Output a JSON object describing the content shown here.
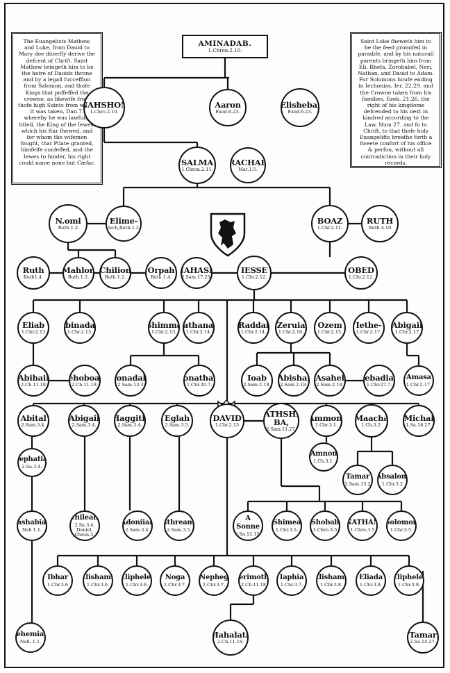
{
  "title": {
    "name": "AMINADAB.",
    "ref": "1.Chron.2.10."
  },
  "left_tablet": {
    "text": "The Euangelists Mathew, and Luke, from Dauid to Mary doe diuerfly derive the defcent of Chrift. Saint Mathew bringeth him to be the heire of Dauids throne and by a legall fucceffion from Salomon, and thofe Kings that poffeffed the crowne, as likewife from thofe high Saints from whom it was taken, Dan.7. whereby he was lawfully titled, the King of the Iewes, which his ftar fhewed, and for whom the wifemen fought, that Pilate granted, himfelfe confeffed, and the Iewes to hinder, his right could name none but Cæfar."
  },
  "right_tablet": {
    "text": "Saint Luke fheweth him to be the feed promifed in paradife, and by his naturall parents bringeth him from Eli, Rhefa, Zorobabel, Neri, Nathan, and Dauid to Adam. For Solomons houfe ending in Iechonias, Ier. 22.29. and the Crowne taken from his families, Ezek. 21.26. the right of his kingdome defcended to his next in kindred according to the Law, Num 27. and fo to Chrift, to that thefe holy Euangelifts breathe forth a fweete confort of his office & perfon, without all contradiction in their holy records."
  },
  "persons": [
    {
      "name": "NAHSHON",
      "ref": "1.Chro.2.10."
    },
    {
      "name": "Aaron",
      "ref": "Exod.6.23."
    },
    {
      "name": "Elisheba,",
      "ref": "Exod.6.23."
    },
    {
      "name": "SALMA",
      "ref": "1.Chron.2.11."
    },
    {
      "name": "RACHAB",
      "ref": "Mat.1.5."
    },
    {
      "name": "N.omi",
      "ref": "Ruth 1.2"
    },
    {
      "name": "Elime-",
      "ref": "lech,Ruth.1.2"
    },
    {
      "name": "BOAZ",
      "ref": "1.Chr.2.11."
    },
    {
      "name": "RUTH",
      "ref": "Ruth 4.10"
    },
    {
      "name": "Ruth",
      "ref": "Ruth1.4."
    },
    {
      "name": "Mahlon",
      "ref": "Ruth 1.2."
    },
    {
      "name": "Chilion",
      "ref": "Ruth 1.2."
    },
    {
      "name": "Orpah",
      "ref": "Ruth.1.4."
    },
    {
      "name": "NAHASH",
      "ref": "2.Sam.17.25."
    },
    {
      "name": "IESSE",
      "ref": "1.Chr.2.12."
    },
    {
      "name": "OBED",
      "ref": "1.Chr.2.12."
    },
    {
      "name": "Eliab",
      "ref": "1.Chr.2.13"
    },
    {
      "name": "Abinadab",
      "ref": "1.Chr.2.13."
    },
    {
      "name": "Shimma",
      "ref": "1.Chr.2.13."
    },
    {
      "name": "Nathanael",
      "ref": "1.Chr.2.14."
    },
    {
      "name": "Raddai",
      "ref": "1.Chr.2.14."
    },
    {
      "name": "Zeruia",
      "ref": "1.Chr.2.16."
    },
    {
      "name": "Ozem",
      "ref": "1.Chr.2.15."
    },
    {
      "name": "Iethe-",
      "ref": "1.Chr.2.17."
    },
    {
      "name": "Abigail",
      "ref": "1.Chr.2.17"
    },
    {
      "name": "Abihail",
      "ref": "2.Ch.11.18"
    },
    {
      "name": "Rehoboam",
      "ref": "2.Ch.11.18."
    },
    {
      "name": "Ionadab",
      "ref": "2.Sam.13.3"
    },
    {
      "name": "Ionathan",
      "ref": "1.Chr.20.7."
    },
    {
      "name": "Ioab",
      "ref": "2.Sam.2.18."
    },
    {
      "name": "Abishai",
      "ref": "2.Sam.2.18."
    },
    {
      "name": "Asahel",
      "ref": "2.Sam.2.18."
    },
    {
      "name": "Zebadiah",
      "ref": "1.Chr.27.7."
    },
    {
      "name": "Amasa",
      "ref": "1.Chr.2.17."
    },
    {
      "name": "Abital",
      "ref": "2.Sam.3.4."
    },
    {
      "name": "Abigail",
      "ref": "2.Sam.3.4."
    },
    {
      "name": "Haggith",
      "ref": "2.Sam.3.4."
    },
    {
      "name": "Eglah",
      "ref": "2.Sam.3.5."
    },
    {
      "name": "DAVID",
      "ref": "1.Chr.2.15"
    },
    {
      "name": "BATHSHE-BA,",
      "ref": "2.Sam.11.27."
    },
    {
      "name": "Ammon.",
      "ref": "1.Chr.3.1."
    },
    {
      "name": "Amnon",
      "ref": "1.Ch.3.1."
    },
    {
      "name": "Maacha",
      "ref": "1.Ch.3.2."
    },
    {
      "name": "Michal",
      "ref": "1.Sa.18.27."
    },
    {
      "name": "Tamar",
      "ref": "2.Sam.13.2"
    },
    {
      "name": "Absalom",
      "ref": "1.Chr.3.2"
    },
    {
      "name": "Shephatiah,",
      "ref": "2.Sa.3.4."
    },
    {
      "name": "Hashabiah,",
      "ref": "Neh 1.1."
    },
    {
      "name": "Chileab,",
      "ref": "2.Sa.3.4. Daniel, 1.Chron.3.1."
    },
    {
      "name": "Adoniiah",
      "ref": "2.Sam.3.4."
    },
    {
      "name": "Ithream",
      "ref": "2.Sam.3.5."
    },
    {
      "name": "A Sonne",
      "ref": "2.Sa.12.15."
    },
    {
      "name": "Shimea",
      "ref": "1.Chr.3.5."
    },
    {
      "name": "Shobab",
      "ref": "1.Chro.3.5"
    },
    {
      "name": "NATHAN",
      "ref": "1.Chro.3.5"
    },
    {
      "name": "Solomon",
      "ref": "1.Chr.3.5."
    },
    {
      "name": "Ibhar",
      "ref": "1.Chr.3.6"
    },
    {
      "name": "Elishama",
      "ref": "1.Chr.3.6."
    },
    {
      "name": "Eliphelet",
      "ref": "1.Chr.3.6."
    },
    {
      "name": "Noga",
      "ref": "1.Chr.3.7."
    },
    {
      "name": "Nepheg",
      "ref": "2.Chr.3.7."
    },
    {
      "name": "Ierimoth.",
      "ref": "2.Ch.11.18"
    },
    {
      "name": "Iaphia",
      "ref": "1.Chr.3.7."
    },
    {
      "name": "Elishama",
      "ref": "1.Chr.3.8."
    },
    {
      "name": "Eliada",
      "ref": "1.Chr.3.8."
    },
    {
      "name": "Eliphelet",
      "ref": "1.Chr.3.8."
    },
    {
      "name": "Nehemiah,",
      "ref": "Neh. 1.1."
    },
    {
      "name": "Mahalath",
      "ref": "2.Ch.11.18."
    },
    {
      "name": "Tamar",
      "ref": "2.Sa.14.27."
    }
  ]
}
